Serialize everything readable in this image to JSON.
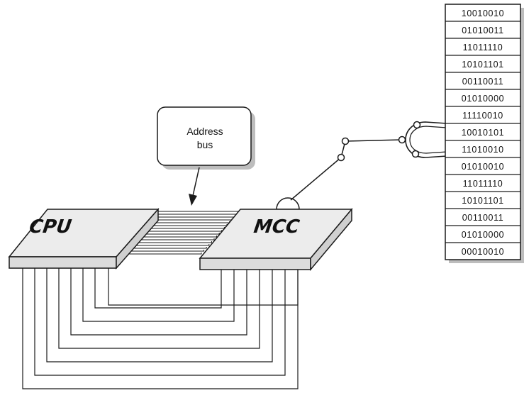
{
  "diagram": {
    "cpu_label": "CPU",
    "mcc_label": "MCC",
    "callout_line1": "Address",
    "callout_line2": "bus",
    "memory_words": [
      "10010010",
      "01010011",
      "11011110",
      "10101101",
      "00110011",
      "01010000",
      "11110010",
      "10010101",
      "11010010",
      "01010010",
      "11011110",
      "10101101",
      "00110011",
      "01010000",
      "00010010"
    ],
    "bus_line_count": 16,
    "wire_loop_count": 7,
    "colors": {
      "stroke": "#1a1a1a",
      "chip_face": "#ececec",
      "chip_side": "#dcdcdc",
      "memory_bg": "#ffffff",
      "shadow": "#bdbdbd"
    }
  }
}
